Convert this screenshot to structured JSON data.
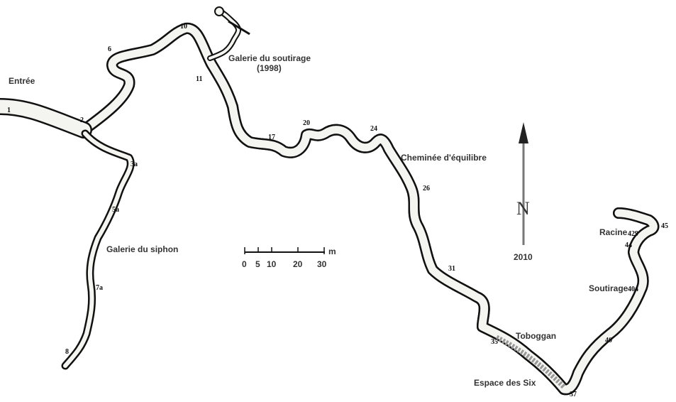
{
  "labels": {
    "entrance": "Entrée",
    "soutirage_gallery": "Galerie du soutirage",
    "soutirage_year": "(1998)",
    "chimney": "Cheminée d'équilibre",
    "siphon_gallery": "Galerie du siphon",
    "toboggan": "Toboggan",
    "espace": "Espace des Six",
    "racine": "Racine",
    "soutirage": "Soutirage"
  },
  "stations": [
    "1",
    "2",
    "3a",
    "5a",
    "6",
    "7a",
    "8",
    "10",
    "11",
    "17",
    "20",
    "24",
    "26",
    "31",
    "35",
    "37",
    "40",
    "404",
    "429",
    "44",
    "45"
  ],
  "scale_bar": {
    "unit": "m",
    "ticks": [
      "0",
      "5",
      "10",
      "20",
      "30"
    ]
  },
  "north_arrow": {
    "letter": "N",
    "year": "2010"
  }
}
